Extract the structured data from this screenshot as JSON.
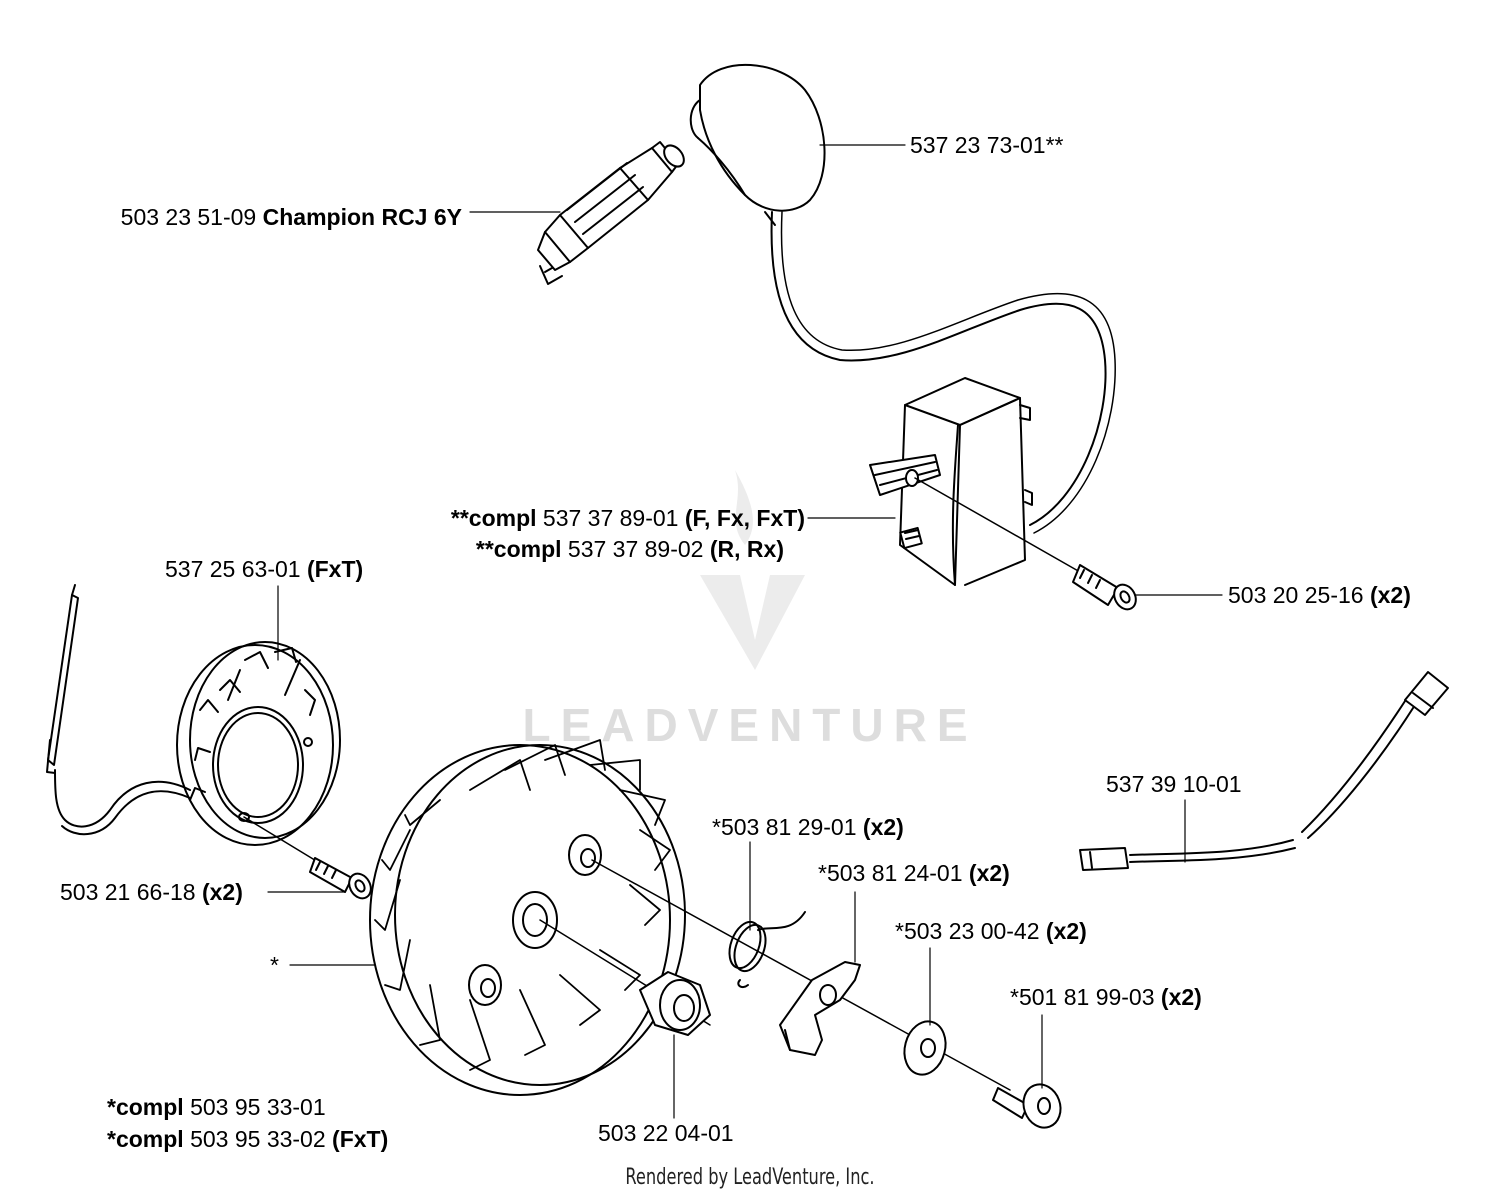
{
  "watermark": "LEADVENTURE",
  "footer": "Rendered by LeadVenture, Inc.",
  "colors": {
    "ink": "#000000",
    "watermark": "#dddddd",
    "background": "#ffffff"
  },
  "labels": {
    "spark_plug": {
      "num": "503 23 51-09",
      "extra": "Champion RCJ 6Y"
    },
    "boot": {
      "num": "537 23 73-01**"
    },
    "module_1": {
      "prefix": "**compl",
      "num": "537 37 89-01",
      "extra": "(F, Fx, FxT)"
    },
    "module_2": {
      "prefix": "**compl",
      "num": "537 37 89-02",
      "extra": "(R, Rx)"
    },
    "module_screw": {
      "num": "503 20 25-16",
      "extra": "(x2)"
    },
    "generator": {
      "num": "537 25 63-01",
      "extra": "(FxT)"
    },
    "generator_screw": {
      "num": "503 21 66-18",
      "extra": "(x2)"
    },
    "flywheel": {
      "num": "*"
    },
    "cable": {
      "num": "537 39 10-01"
    },
    "spring": {
      "num": "*503 81 29-01",
      "extra": "(x2)"
    },
    "pawl": {
      "num": "*503 81 24-01",
      "extra": "(x2)"
    },
    "washer": {
      "num": "*503 23 00-42",
      "extra": "(x2)"
    },
    "pawl_screw": {
      "num": "*501 81 99-03",
      "extra": "(x2)"
    },
    "flywheel_compl_1": {
      "prefix": "*compl",
      "num": "503 95 33-01"
    },
    "flywheel_compl_2": {
      "prefix": "*compl",
      "num": "503 95 33-02",
      "extra": "(FxT)"
    },
    "nut": {
      "num": "503 22 04-01"
    }
  }
}
